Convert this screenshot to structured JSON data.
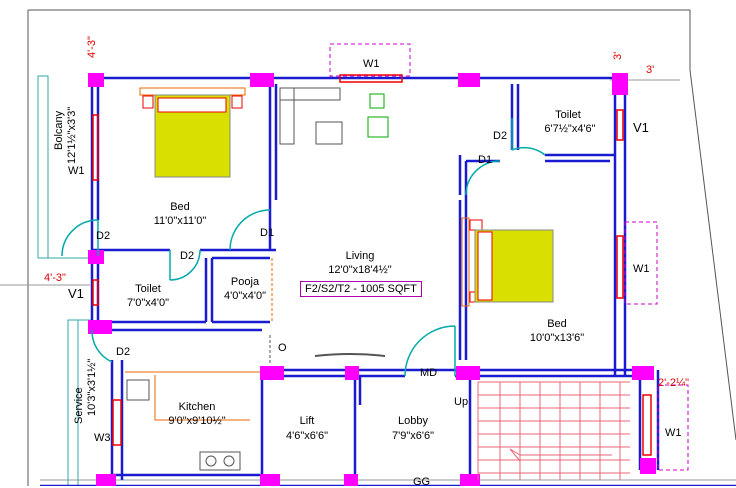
{
  "rooms": {
    "bed1": {
      "name": "Bed",
      "size": "11'0\"x11'0\""
    },
    "living": {
      "name": "Living",
      "size": "12'0\"x18'4½\""
    },
    "toilet1": {
      "name": "Toilet",
      "size": "6'7½\"x4'6\""
    },
    "bed2": {
      "name": "Bed",
      "size": "10'0\"x13'6\""
    },
    "toilet2": {
      "name": "Toilet",
      "size": "7'0\"x4'0\""
    },
    "pooja": {
      "name": "Pooja",
      "size": "4'0\"x4'0\""
    },
    "kitchen": {
      "name": "Kitchen",
      "size": "9'0\"x9'10½\""
    },
    "lift": {
      "name": "Lift",
      "size": "4'6\"x6'6\""
    },
    "lobby": {
      "name": "Lobby",
      "size": "7'9\"x6'6\""
    },
    "balcony": {
      "name": "Bolcany",
      "size": "12'1½\"x3'3\""
    },
    "service": {
      "name": "Service",
      "size": "10'3\"x3'1½\""
    }
  },
  "area_label": "F2/S2/T2 - 1005 SQFT",
  "tags": {
    "w1": "W1",
    "w3": "W3",
    "v1": "V1",
    "d1": "D1",
    "d2": "D2",
    "md": "MD",
    "gg": "GG",
    "up": "Up",
    "o": "O"
  },
  "dims": {
    "d_4_3": "4'-3\"",
    "d_3": "3'",
    "d_2_2_1_4": "2'-2¼\""
  }
}
